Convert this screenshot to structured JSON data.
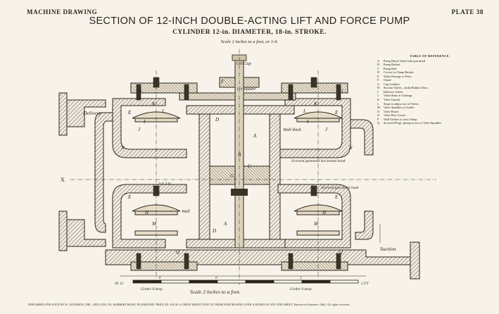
{
  "header": {
    "left": "MACHINE DRAWING",
    "right": "PLATE 38",
    "title": "SECTION OF 12-INCH DOUBLE-ACTING LIFT AND FORCE PUMP",
    "subtitle": "CYLINDER 12-in. DIAMETER, 18-in. STROKE.",
    "scale_note": "Scale 2 inches to a foot, or 1-6."
  },
  "reference_table": {
    "heading": "TABLE OF REFERENCE.",
    "entries": [
      {
        "key": "A",
        "text": "Pump Barrel, lined with gun metal"
      },
      {
        "key": "B",
        "text": "Pump Bucket"
      },
      {
        "key": "C",
        "text": "Pump Rod"
      },
      {
        "key": "D",
        "text": "Covers for Pump Bucket"
      },
      {
        "key": "E",
        "text": "Water Passage or Ports"
      },
      {
        "key": "F",
        "text": "Gland"
      },
      {
        "key": "G",
        "text": "Cup Leathers"
      },
      {
        "key": "H",
        "text": "Suction Valves—India Rubber Discs"
      },
      {
        "key": "I",
        "text": "Delivery Valves"
      },
      {
        "key": "J",
        "text": "Valve Seats or Gratings"
      },
      {
        "key": "K",
        "text": "Valve Guards"
      },
      {
        "key": "L",
        "text": "Stops to adjust rise of Valves"
      },
      {
        "key": "M",
        "text": "Valve Spindles or Guides"
      },
      {
        "key": "N",
        "text": "Valve Boxes"
      },
      {
        "key": "O",
        "text": "Valve Box Covers"
      },
      {
        "key": "P",
        "text": "Wall Girders to carry Pump"
      },
      {
        "key": "Q",
        "text": "Screwed Plugs, giving access to Valve Spindles"
      }
    ]
  },
  "annotations": {
    "oil_cup": "Oil Cup",
    "square": "1½ square",
    "delivery": "Delivery",
    "suction": "Suction",
    "wall_thick": "Wall thick",
    "screwed_gland": "Screwed gunmetal horizontal head",
    "screwed_gunmetal_bush": "Screwed gun metal bush",
    "wall": "Wall",
    "stop": "3 st 3 in",
    "girder_left": "Girder 9 deep",
    "girder_right": "Girder 9 deep",
    "section_marker": "X"
  },
  "scale_bar": {
    "caption": "Scale 2 inches to a foot.",
    "left_label": "IN 12",
    "right_label": "2 FT",
    "ticks": [
      "6",
      "0",
      "1"
    ]
  },
  "footer": "PUBLISHED AND SOLD BY W. GUNNISON, DEL. AND LITH. 3O, HARBERT ROAD, PLUMSTEAD. PRICE 2D. EACH.  A GREAT REDUCTION TO THOSE PURCHASING OVER A DOZEN OF ANY ONE SHEET.  Entered at Stationers' Hall.  All rights reserved."
}
